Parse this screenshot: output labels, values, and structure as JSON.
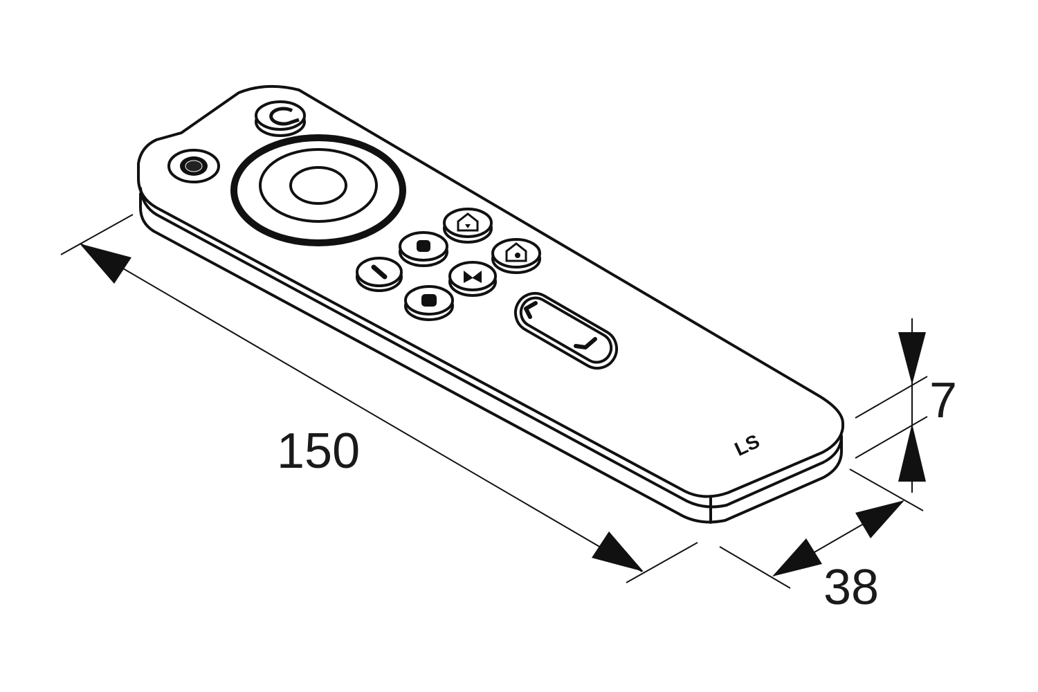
{
  "dimensions": {
    "length": "150",
    "width": "38",
    "height": "7"
  },
  "logo": {
    "text": "LS"
  },
  "colors": {
    "line": "#111111",
    "background": "#ffffff",
    "dimension": "#111111"
  },
  "icons": [
    "power-icon",
    "refresh-icon",
    "dial-icon",
    "house-icon",
    "house-sun-icon",
    "minus-icon",
    "square-icon",
    "butterfly-icon",
    "chevron-left-icon",
    "chevron-right-icon"
  ]
}
